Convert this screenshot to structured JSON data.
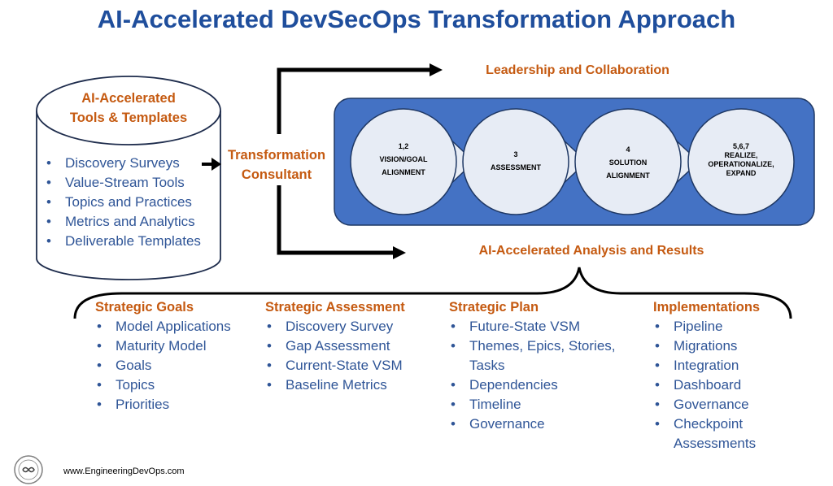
{
  "title": "AI-Accelerated DevSecOps Transformation Approach",
  "tools": {
    "heading_line1": "AI-Accelerated",
    "heading_line2": "Tools & Templates",
    "items": [
      "Discovery Surveys",
      "Value-Stream Tools",
      "Topics and Practices",
      "Metrics and Analytics",
      "Deliverable Templates"
    ]
  },
  "consultant": {
    "line1": "Transformation",
    "line2": "Consultant"
  },
  "leadership_label": "Leadership and Collaboration",
  "results_label": "AI-Accelerated Analysis and Results",
  "stages": [
    {
      "number": "1,2",
      "line1": "VISION/GOAL",
      "line2": "ALIGNMENT"
    },
    {
      "number": "3",
      "line1": "ASSESSMENT",
      "line2": ""
    },
    {
      "number": "4",
      "line1": "SOLUTION",
      "line2": "ALIGNMENT"
    },
    {
      "number": "5,6,7",
      "line1": "REALIZE,",
      "line2": "OPERATIONALIZE,",
      "line3": "EXPAND"
    }
  ],
  "columns": [
    {
      "heading": "Strategic Goals",
      "items": [
        "Model Applications",
        "Maturity Model",
        "Goals",
        "Topics",
        "Priorities"
      ]
    },
    {
      "heading": "Strategic Assessment",
      "items": [
        "Discovery Survey",
        "Gap Assessment",
        "Current-State VSM",
        "Baseline Metrics"
      ]
    },
    {
      "heading": "Strategic Plan",
      "items": [
        "Future-State VSM",
        "Themes, Epics, Stories, Tasks",
        "Dependencies",
        "Timeline",
        "Governance"
      ]
    },
    {
      "heading": "Implementations",
      "items": [
        "Pipeline",
        "Migrations",
        "Integration",
        "Dashboard",
        "Governance",
        "Checkpoint Assessments"
      ]
    }
  ],
  "footer": {
    "url": "www.EngineeringDevOps.com",
    "logo_icon": "engineering-devops-seal-icon"
  },
  "colors": {
    "title": "#1F4E9C",
    "accent": "#C55A11",
    "panel": "#4472C4",
    "bullet_text": "#2F5597"
  }
}
